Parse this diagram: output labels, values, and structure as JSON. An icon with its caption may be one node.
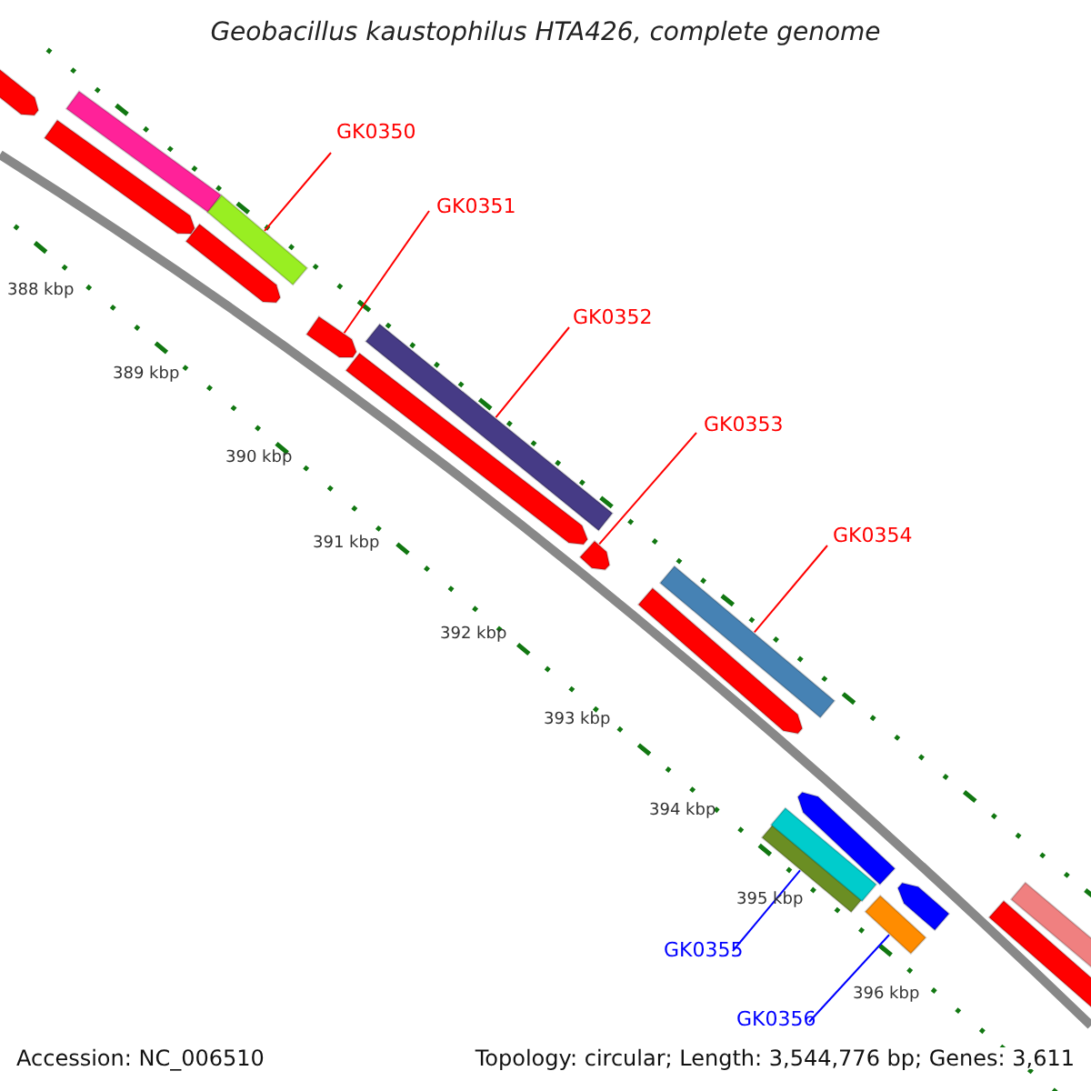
{
  "diagram": {
    "title": "Geobacillus kaustophilus HTA426, complete genome",
    "nodes": [
      {
        "text": [
          "GK0350"
        ]
      },
      {
        "text": [
          "GK0351"
        ]
      },
      {
        "text": [
          "GK0352"
        ]
      },
      {
        "text": [
          "GK0353"
        ]
      },
      {
        "text": [
          "GK0354"
        ]
      },
      {
        "text": [
          "GK0355"
        ]
      },
      {
        "text": [
          "GK0356"
        ]
      },
      {
        "text": [],
        "shape": "bar"
      },
      {
        "text": [],
        "shape": "bar"
      },
      {
        "text": [],
        "shape": "bar"
      },
      {
        "text": [],
        "shape": "bar"
      },
      {
        "text": [],
        "shape": "bar"
      },
      {
        "text": [],
        "shape": "bar"
      },
      {
        "text": [],
        "shape": "bar"
      },
      {
        "text": [],
        "shape": "bar"
      },
      {
        "text": [],
        "shape": "bar"
      },
      {
        "text": [],
        "shape": "bar"
      },
      {
        "text": [],
        "shape": "bar"
      },
      {
        "text": [],
        "shape": "bar"
      },
      {
        "text": [],
        "shape": "bar"
      },
      {
        "text": [],
        "shape": "bar"
      },
      {
        "text": [],
        "shape": "bar"
      },
      {
        "text": [],
        "shape": "bar"
      },
      {
        "text": [],
        "shape": "bar"
      },
      {
        "text": [],
        "shape": "bar"
      }
    ],
    "edges": [
      {
        "from": 0,
        "to": 11,
        "arrow": "none"
      },
      {
        "from": 1,
        "to": 12,
        "arrow": "none"
      },
      {
        "from": 2,
        "to": 14,
        "arrow": "none"
      },
      {
        "from": 3,
        "to": 15,
        "arrow": "none"
      },
      {
        "from": 4,
        "to": 17,
        "arrow": "none"
      },
      {
        "from": 5,
        "to": 18,
        "arrow": "none",
        "color": "#0000ff"
      },
      {
        "from": 6,
        "to": 21,
        "arrow": "none",
        "color": "#0000ff"
      }
    ],
    "labels": [
      "388 kbp",
      "389 kbp",
      "390 kbp",
      "391 kbp",
      "392 kbp",
      "393 kbp",
      "394 kbp",
      "395 kbp",
      "396 kbp",
      "Accession: NC_006510",
      "Topology: circular; Length: 3,544,776 bp; Genes: 3,611"
    ]
  }
}
